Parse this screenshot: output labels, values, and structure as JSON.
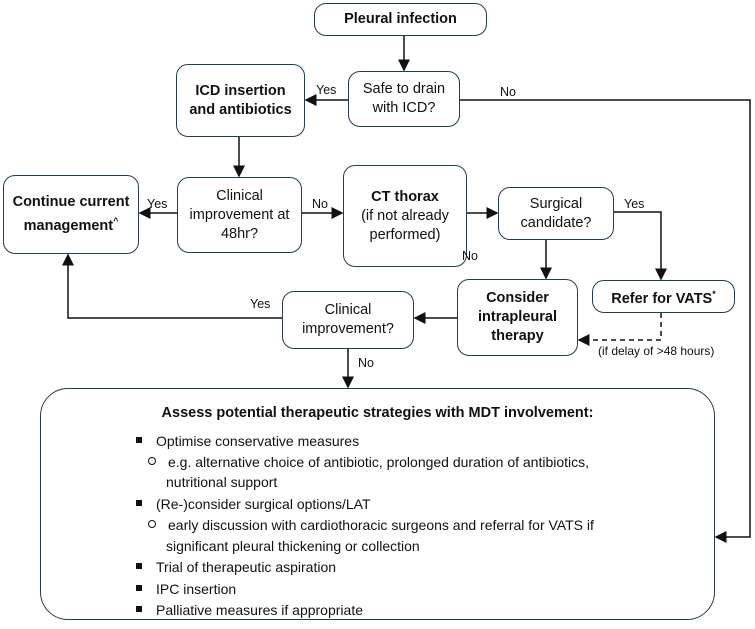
{
  "nodes": {
    "start": "Pleural infection",
    "safe_to_drain": "Safe to drain with ICD?",
    "icd": "ICD insertion and antibiotics",
    "continue": "Continue current management",
    "continue_mark": "^",
    "clinical_48": "Clinical improvement at 48hr?",
    "ct": "CT thorax",
    "ct_note": "(if not already performed)",
    "surgical": "Surgical candidate?",
    "intrapleural": "Consider intrapleural therapy",
    "vats": "Refer for VATS",
    "vats_mark": "*",
    "clinical_2": "Clinical improvement?"
  },
  "edge_labels": {
    "safe_yes": "Yes",
    "safe_no": "No",
    "c48_yes": "Yes",
    "c48_no": "No",
    "surg_yes": "Yes",
    "surg_no": "No",
    "c2_yes": "Yes",
    "c2_no": "No",
    "delay": "(if delay of >48 hours)"
  },
  "mdt": {
    "title": "Assess potential therapeutic strategies with MDT involvement",
    "items": [
      {
        "text": "Optimise conservative measures",
        "sub": [
          "e.g. alternative choice of antibiotic, prolonged duration of antibiotics,",
          "nutritional support"
        ]
      },
      {
        "text": "(Re-)consider surgical options/LAT",
        "sub": [
          "early discussion with cardiothoracic surgeons and referral for VATS if",
          "significant pleural thickening or collection"
        ]
      },
      {
        "text": "Trial of therapeutic aspiration"
      },
      {
        "text": "IPC insertion"
      },
      {
        "text": "Palliative measures if appropriate"
      }
    ]
  },
  "colors": {
    "stroke": "#2b3a4a",
    "text": "#111111"
  }
}
